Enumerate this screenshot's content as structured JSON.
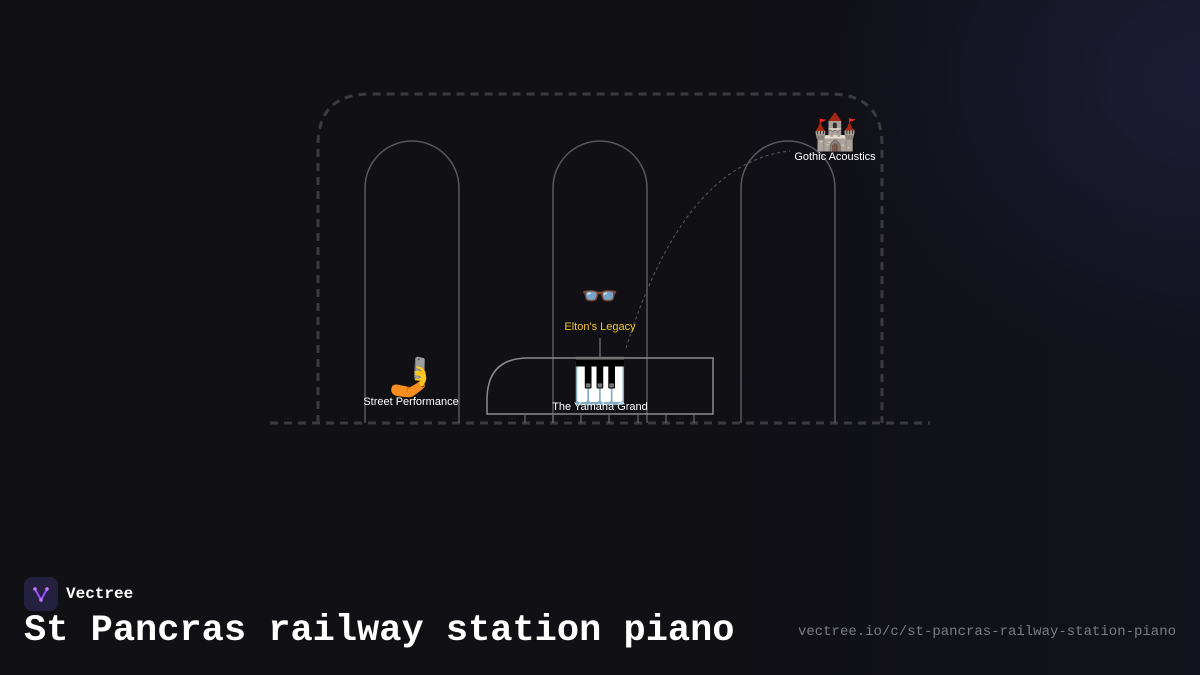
{
  "brand": {
    "name": "Vectree",
    "logo_icon": "vectree-logo-icon",
    "logo_color": "#9b4dff"
  },
  "title": "St Pancras railway station piano",
  "url": "vectree.io/c/st-pancras-railway-station-piano",
  "nodes": {
    "gothic": {
      "label": "Gothic Acoustics",
      "icon": "castle-icon",
      "glyph": "🏰",
      "label_color": "#ffffff"
    },
    "elton": {
      "label": "Elton's Legacy",
      "icon": "glasses-icon",
      "glyph": "👓",
      "label_color": "#f2c531"
    },
    "street": {
      "label": "Street Performance",
      "icon": "selfie-icon",
      "glyph": "🤳",
      "label_color": "#ffffff"
    },
    "yamaha": {
      "label": "The Yamaha Grand",
      "icon": "piano-keys-icon",
      "glyph": "🎹",
      "label_color": "#ffffff"
    }
  },
  "colors": {
    "background": "#101015",
    "outline": "#5a5a60",
    "dashed": "#3a3a3e"
  }
}
